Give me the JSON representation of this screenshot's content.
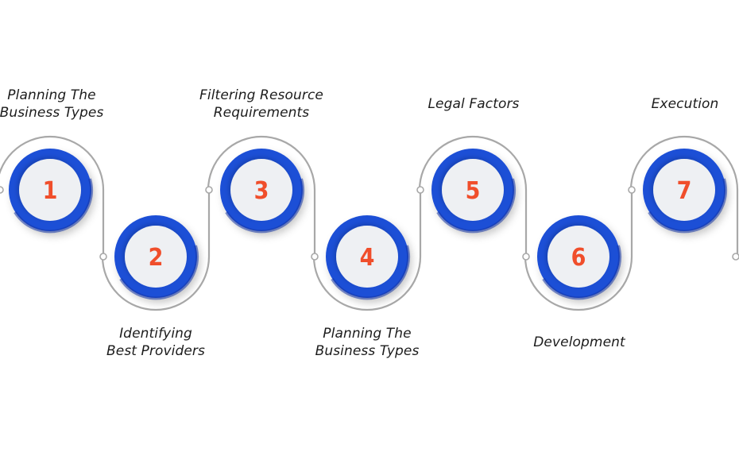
{
  "colors": {
    "ring": "#1f4fd6",
    "ring_dark": "#1537a8",
    "disc": "#eef0f3",
    "number": "#f04e2b",
    "connector": "#a8a8a8",
    "text": "#1c1c1c"
  },
  "steps": [
    {
      "number": "1",
      "lines": [
        "Planning The",
        "Business Types"
      ]
    },
    {
      "number": "2",
      "lines": [
        "Identifying",
        "Best Providers"
      ]
    },
    {
      "number": "3",
      "lines": [
        "Filtering Resource",
        "Requirements"
      ]
    },
    {
      "number": "4",
      "lines": [
        "Planning The",
        "Business Types"
      ]
    },
    {
      "number": "5",
      "lines": [
        "Legal Factors"
      ]
    },
    {
      "number": "6",
      "lines": [
        "Development"
      ]
    },
    {
      "number": "7",
      "lines": [
        "Execution"
      ]
    }
  ]
}
